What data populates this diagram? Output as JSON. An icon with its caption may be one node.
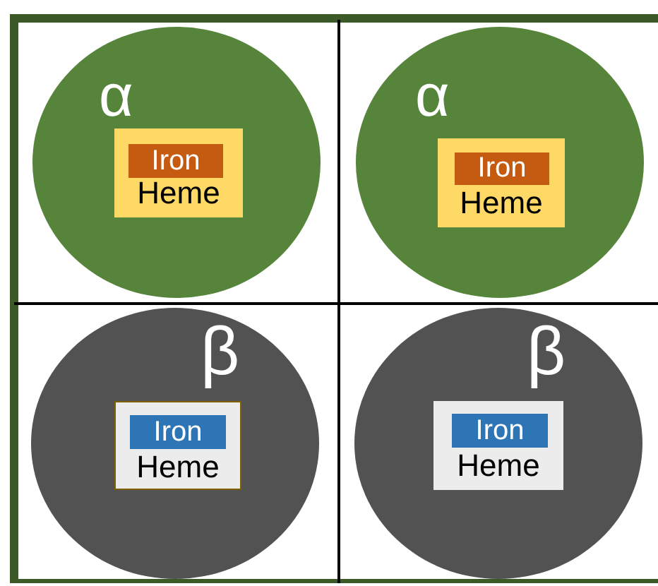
{
  "diagram": {
    "nodes": [
      {
        "text": [
          "α"
        ]
      },
      {
        "text": [
          "Heme"
        ],
        "in": 0
      },
      {
        "text": [
          "Iron"
        ],
        "in": 1
      },
      {
        "text": [
          "α"
        ]
      },
      {
        "text": [
          "Heme"
        ],
        "in": 3
      },
      {
        "text": [
          "Iron"
        ],
        "in": 4
      },
      {
        "text": [
          "β"
        ]
      },
      {
        "text": [
          "Heme"
        ],
        "in": 6
      },
      {
        "text": [
          "Iron"
        ],
        "in": 7
      },
      {
        "text": [
          "β"
        ]
      },
      {
        "text": [
          "Heme"
        ],
        "in": 9
      },
      {
        "text": [
          "Iron"
        ],
        "in": 10
      }
    ]
  }
}
